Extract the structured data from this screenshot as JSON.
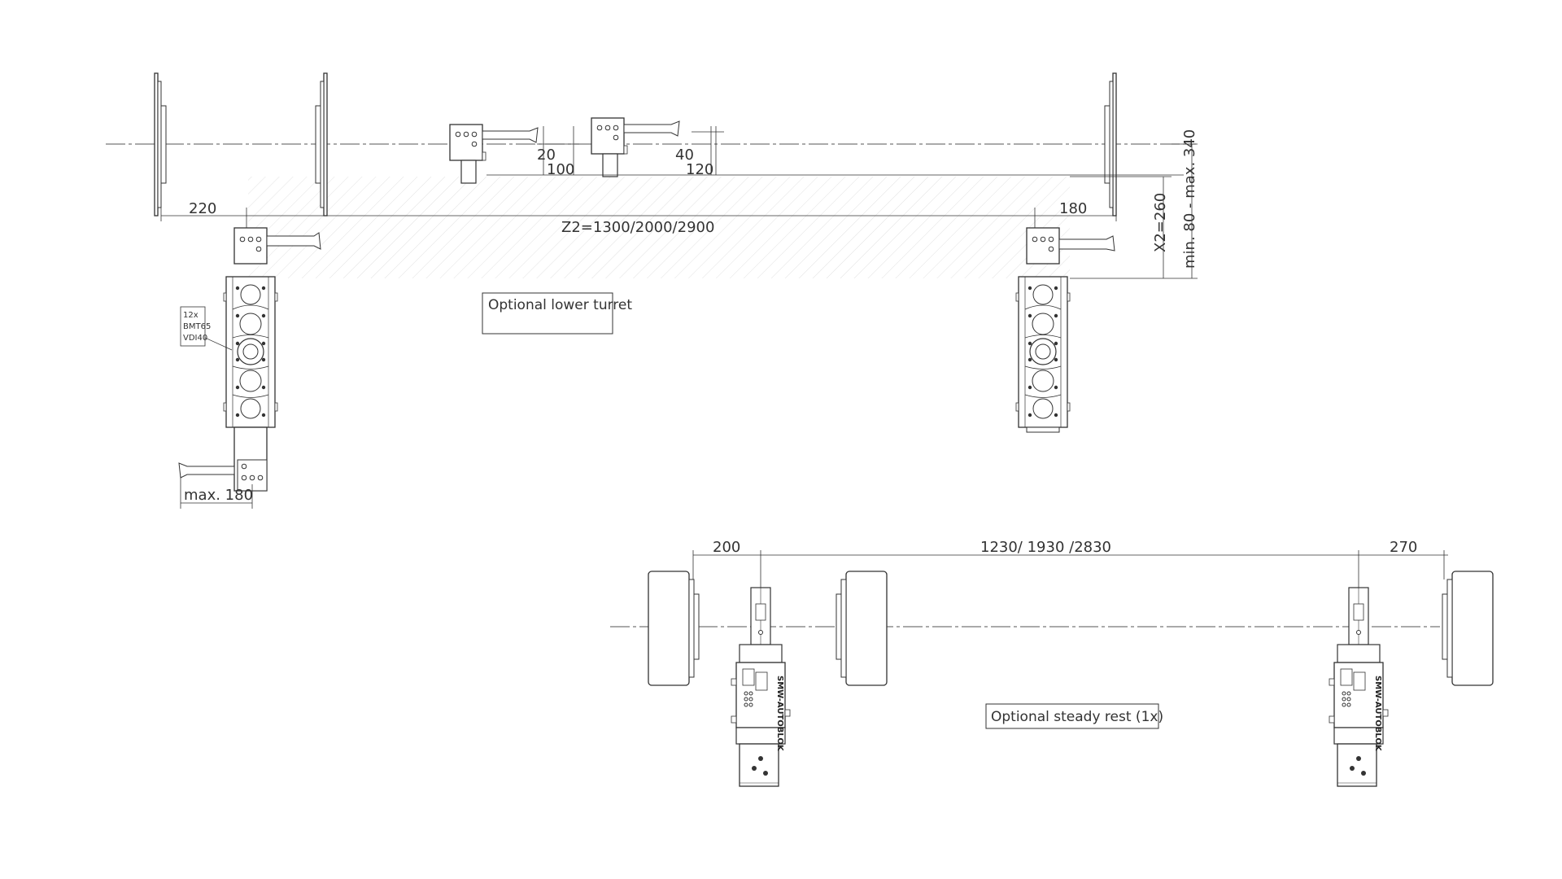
{
  "colors": {
    "line": "#333333",
    "axis": "#555555",
    "hatch": "#e6e6e6",
    "spindle": "#f4f4f4"
  },
  "top_view": {
    "dim_left": "220",
    "dim_right": "180",
    "dim_z2": "Z2=1300/2000/2900",
    "dim_x2": "X2=260",
    "dim_x_range": "min. 80 - max. 340",
    "dim_tool_a_1": "20",
    "dim_tool_a_2": "100",
    "dim_tool_b_1": "40",
    "dim_tool_b_2": "120",
    "dim_lower_tool": "max. 180",
    "turret_note": [
      "12x",
      "BMT65",
      "VDI40"
    ],
    "option_label": "Optional lower turret"
  },
  "bottom_view": {
    "dim_left": "200",
    "dim_mid": "1230/ 1930 /2830",
    "dim_right": "270",
    "brand_text": "SMW-AUTOBLOK",
    "option_label": "Optional steady rest (1x)"
  }
}
